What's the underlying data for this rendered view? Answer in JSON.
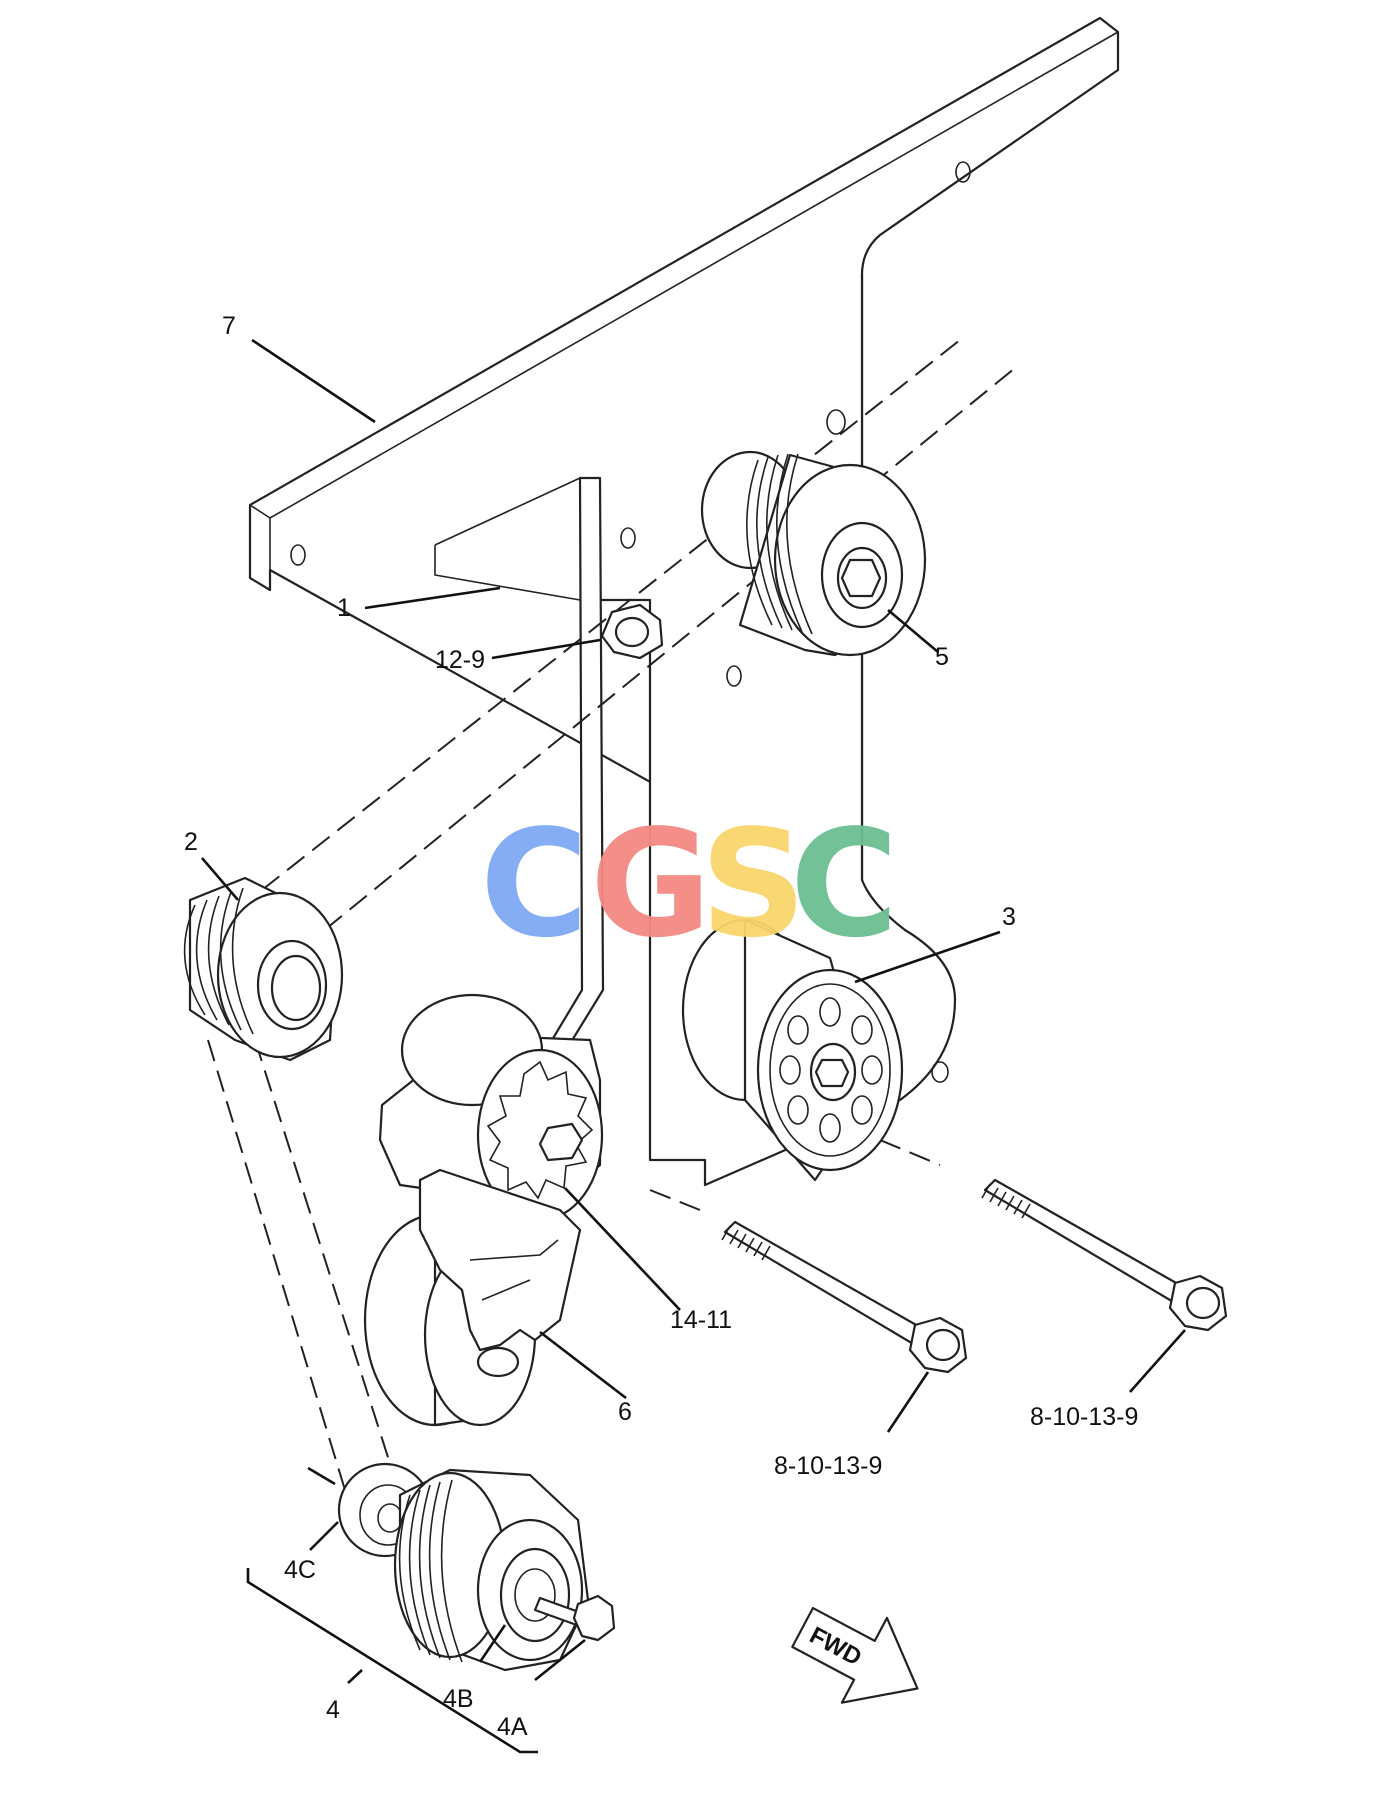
{
  "watermark": {
    "letters": [
      "C",
      "G",
      "S",
      "C"
    ],
    "colors": [
      "#7fa9f4",
      "#f38a82",
      "#f9d56b",
      "#6cbf92"
    ]
  },
  "callouts": {
    "bracket": "7",
    "bracket_support": "1",
    "bolt_12_9": "12-9",
    "idler_pulley_5": "5",
    "idler_pulley_2": "2",
    "idler_pulley_3": "3",
    "tensioner_bolt": "14-11",
    "tensioner": "6",
    "bolt_left": "8-10-13-9",
    "bolt_right": "8-10-13-9",
    "pulley_group": "4",
    "washer_4c": "4C",
    "pulley_4b": "4B",
    "bolt_4a": "4A"
  },
  "direction_arrow": {
    "label": "FWD"
  },
  "icons": {
    "fwd_arrow": "arrow-right-icon"
  }
}
